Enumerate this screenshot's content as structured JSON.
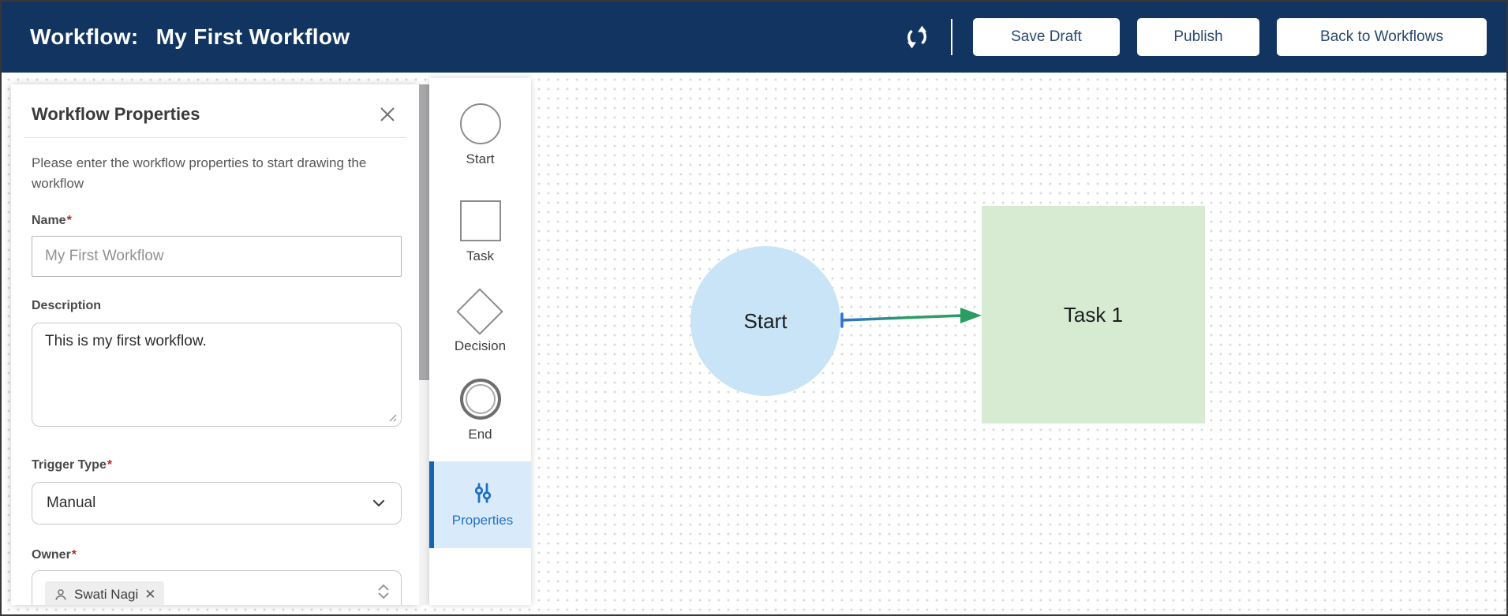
{
  "header": {
    "title_label": "Workflow:",
    "workflow_name": "My First Workflow",
    "buttons": [
      {
        "label": "Save Draft"
      },
      {
        "label": "Publish"
      },
      {
        "label": "Back to Workflows"
      }
    ]
  },
  "properties_panel": {
    "title": "Workflow Properties",
    "intro": "Please enter the workflow properties to start drawing the workflow",
    "required_mark": "*",
    "fields": {
      "name": {
        "label": "Name",
        "value": "My First Workflow"
      },
      "description": {
        "label": "Description",
        "value": "This is my first workflow."
      },
      "trigger_type": {
        "label": "Trigger Type",
        "value": "Manual"
      },
      "owner": {
        "label": "Owner",
        "chip": "Swati Nagi"
      }
    }
  },
  "palette": {
    "items": [
      {
        "label": "Start",
        "shape": "circle"
      },
      {
        "label": "Task",
        "shape": "square"
      },
      {
        "label": "Decision",
        "shape": "diamond"
      },
      {
        "label": "End",
        "shape": "double-circle"
      }
    ],
    "properties_tab": {
      "label": "Properties"
    }
  },
  "canvas": {
    "nodes": [
      {
        "id": "start",
        "label": "Start",
        "type": "start"
      },
      {
        "id": "task1",
        "label": "Task 1",
        "type": "task"
      }
    ],
    "edges": [
      {
        "from": "start",
        "to": "task1"
      }
    ]
  },
  "colors": {
    "header_bg": "#113560",
    "start_node_fill": "#c9e4f6",
    "task_node_fill": "#d6ebd2",
    "edge_start": "#2f6fd6",
    "edge_end": "#2a9d62",
    "properties_tab_bg": "#d9eafa",
    "properties_tab_accent": "#1263b2",
    "properties_tab_text": "#2273c9",
    "required_asterisk": "#ae2c26"
  },
  "icons": {
    "sync": "sync-icon",
    "close": "close-icon",
    "chevron_down": "chevron-down-icon",
    "user": "user-icon",
    "sliders": "sliders-icon"
  }
}
